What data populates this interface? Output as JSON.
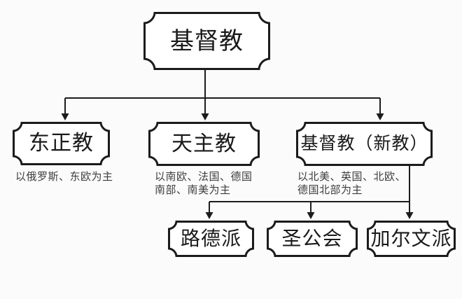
{
  "diagram": {
    "root": {
      "label": "基督教"
    },
    "level2": [
      {
        "label": "东正教",
        "caption": [
          "以俄罗斯、东欧为主"
        ]
      },
      {
        "label": "天主教",
        "caption": [
          "以南欧、法国、德国",
          "南部、南美为主"
        ]
      },
      {
        "label": "基督教（新教）",
        "caption": [
          "以北美、英国、北欧、",
          "德国北部为主"
        ]
      }
    ],
    "level3": [
      {
        "label": "路德派"
      },
      {
        "label": "圣公会"
      },
      {
        "label": "加尔文派"
      }
    ],
    "colors": {
      "line": "#1c1c1c",
      "box_border": "#1b1b1b",
      "box_fill": "#ffffff",
      "background": "#fbfbfb",
      "caption_text": "#3d3d3d"
    }
  }
}
